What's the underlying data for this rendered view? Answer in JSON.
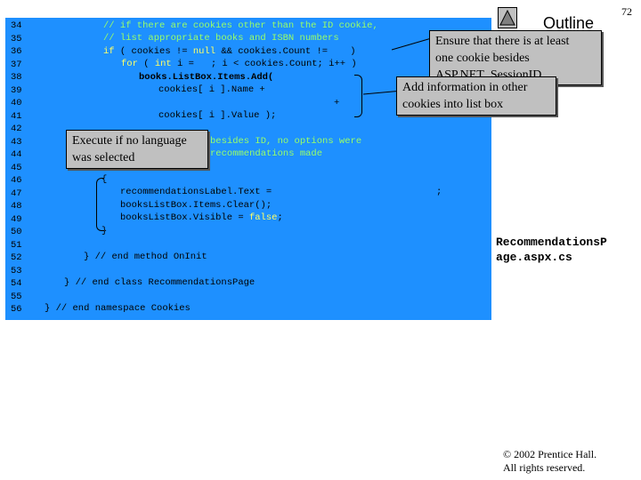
{
  "slide": {
    "page_number": "72",
    "outline_title": "Outline",
    "filename_line1": "RecommendationsP",
    "filename_line2": "age.aspx.cs",
    "copyright_line1": "© 2002 Prentice Hall.",
    "copyright_line2": "All rights reserved."
  },
  "line_numbers": [
    "34",
    "35",
    "36",
    "37",
    "38",
    "39",
    "40",
    "41",
    "42",
    "43",
    "44",
    "45",
    "46",
    "47",
    "48",
    "49",
    "50",
    "51",
    "52",
    "53",
    "54",
    "55",
    "56"
  ],
  "code": {
    "l35": "// if there are cookies other than the ID cookie,",
    "l36": "// list appropriate books and ISBN numbers",
    "l37_kw": "if",
    "l37a": " ( cookies != ",
    "l37_null": "null",
    "l37b": " && cookies.Count !=    )",
    "l38_for": "for",
    "l38a": " ( ",
    "l38_int": "int",
    "l38b": " i =   ; i < cookies.Count; i++ )",
    "l39": "books.ListBox.Items.Add(",
    "l40": "cookies[ i ].Name +",
    "l41": "+",
    "l42": "cookies[ i ].Value );",
    "l44": "besides ID, no options were",
    "l45": "recommendations made",
    "l47": "{",
    "l48": "recommendationsLabel.Text =",
    "l48b": ";",
    "l49": "booksListBox.Items.Clear();",
    "l50a": "booksListBox.Visible = ",
    "l50_false": "false",
    "l50b": ";",
    "l51": "}",
    "l53": "} // end method OnInit",
    "l55": "} // end class RecommendationsPage",
    "l56": "} // end namespace Cookies"
  },
  "callouts": {
    "ensure": "Ensure that there is at least one cookie besides ASP.NET_SessionID",
    "ensure_line1": "Ensure that there is at least",
    "ensure_line2": "one cookie besides",
    "ensure_line3": "ASP.NET_SessionID",
    "add_line1": "Add information in other",
    "add_line2": "cookies into list box",
    "exec_line1": "Execute if no language",
    "exec_line2": "was selected"
  }
}
